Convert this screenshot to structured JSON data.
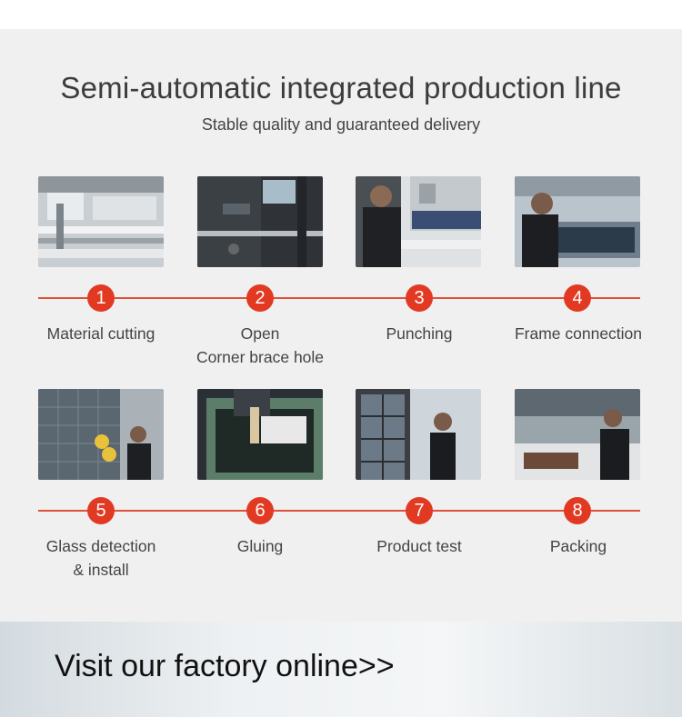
{
  "header": {
    "title": "Semi-automatic integrated production line",
    "subtitle": "Stable quality and guaranteed delivery"
  },
  "steps": [
    {
      "number": "1",
      "label_lines": [
        "Material cutting"
      ],
      "photo": "material-cutting-photo"
    },
    {
      "number": "2",
      "label_lines": [
        "Open",
        "Corner brace hole"
      ],
      "photo": "corner-brace-hole-photo"
    },
    {
      "number": "3",
      "label_lines": [
        "Punching"
      ],
      "photo": "punching-photo"
    },
    {
      "number": "4",
      "label_lines": [
        "Frame connection"
      ],
      "photo": "frame-connection-photo"
    },
    {
      "number": "5",
      "label_lines": [
        "Glass detection",
        "& install"
      ],
      "photo": "glass-detection-photo"
    },
    {
      "number": "6",
      "label_lines": [
        "Gluing"
      ],
      "photo": "gluing-photo"
    },
    {
      "number": "7",
      "label_lines": [
        "Product test"
      ],
      "photo": "product-test-photo"
    },
    {
      "number": "8",
      "label_lines": [
        "Packing"
      ],
      "photo": "packing-photo"
    }
  ],
  "banner": {
    "text": "Visit our factory online>>"
  },
  "colors": {
    "accent": "#e23a22",
    "line": "#e0513a",
    "text": "#444444"
  }
}
